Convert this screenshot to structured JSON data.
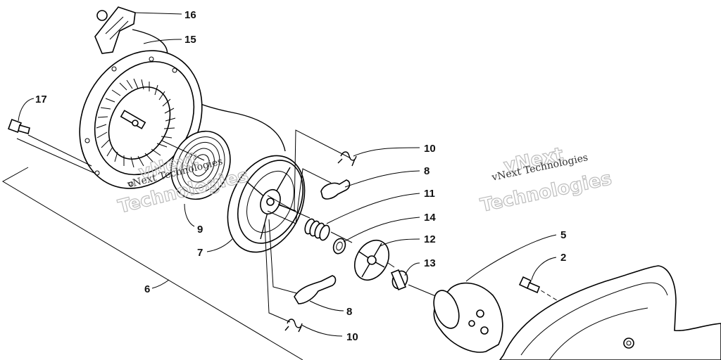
{
  "callouts": [
    {
      "id": "c16",
      "label": "16"
    },
    {
      "id": "c15",
      "label": "15"
    },
    {
      "id": "c17",
      "label": "17"
    },
    {
      "id": "c10a",
      "label": "10"
    },
    {
      "id": "c8a",
      "label": "8"
    },
    {
      "id": "c11",
      "label": "11"
    },
    {
      "id": "c14",
      "label": "14"
    },
    {
      "id": "c12",
      "label": "12"
    },
    {
      "id": "c13",
      "label": "13"
    },
    {
      "id": "c5",
      "label": "5"
    },
    {
      "id": "c2",
      "label": "2"
    },
    {
      "id": "c9",
      "label": "9"
    },
    {
      "id": "c7",
      "label": "7"
    },
    {
      "id": "c6",
      "label": "6"
    },
    {
      "id": "c8b",
      "label": "8"
    },
    {
      "id": "c10b",
      "label": "10"
    }
  ],
  "watermarks": [
    {
      "id": "wm1",
      "outline": "vNext",
      "solid": "vNext Technologies",
      "outline2": "Technologies"
    },
    {
      "id": "wm2",
      "outline": "vNext",
      "solid": "vNext Technologies",
      "outline2": "Technologies"
    }
  ]
}
